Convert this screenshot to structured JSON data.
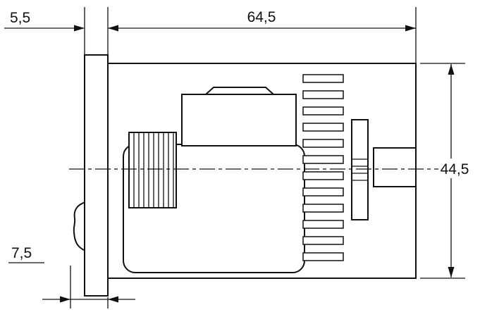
{
  "page": {
    "background": "#ffffff",
    "line_color": "#111111",
    "type": "technical-dimension-drawing"
  },
  "dimensions": {
    "bezel_depth": {
      "label": "5,5"
    },
    "body_depth": {
      "label": "64,5"
    },
    "body_height": {
      "label": "44,5"
    },
    "latch_offset": {
      "label": "7,5"
    }
  }
}
